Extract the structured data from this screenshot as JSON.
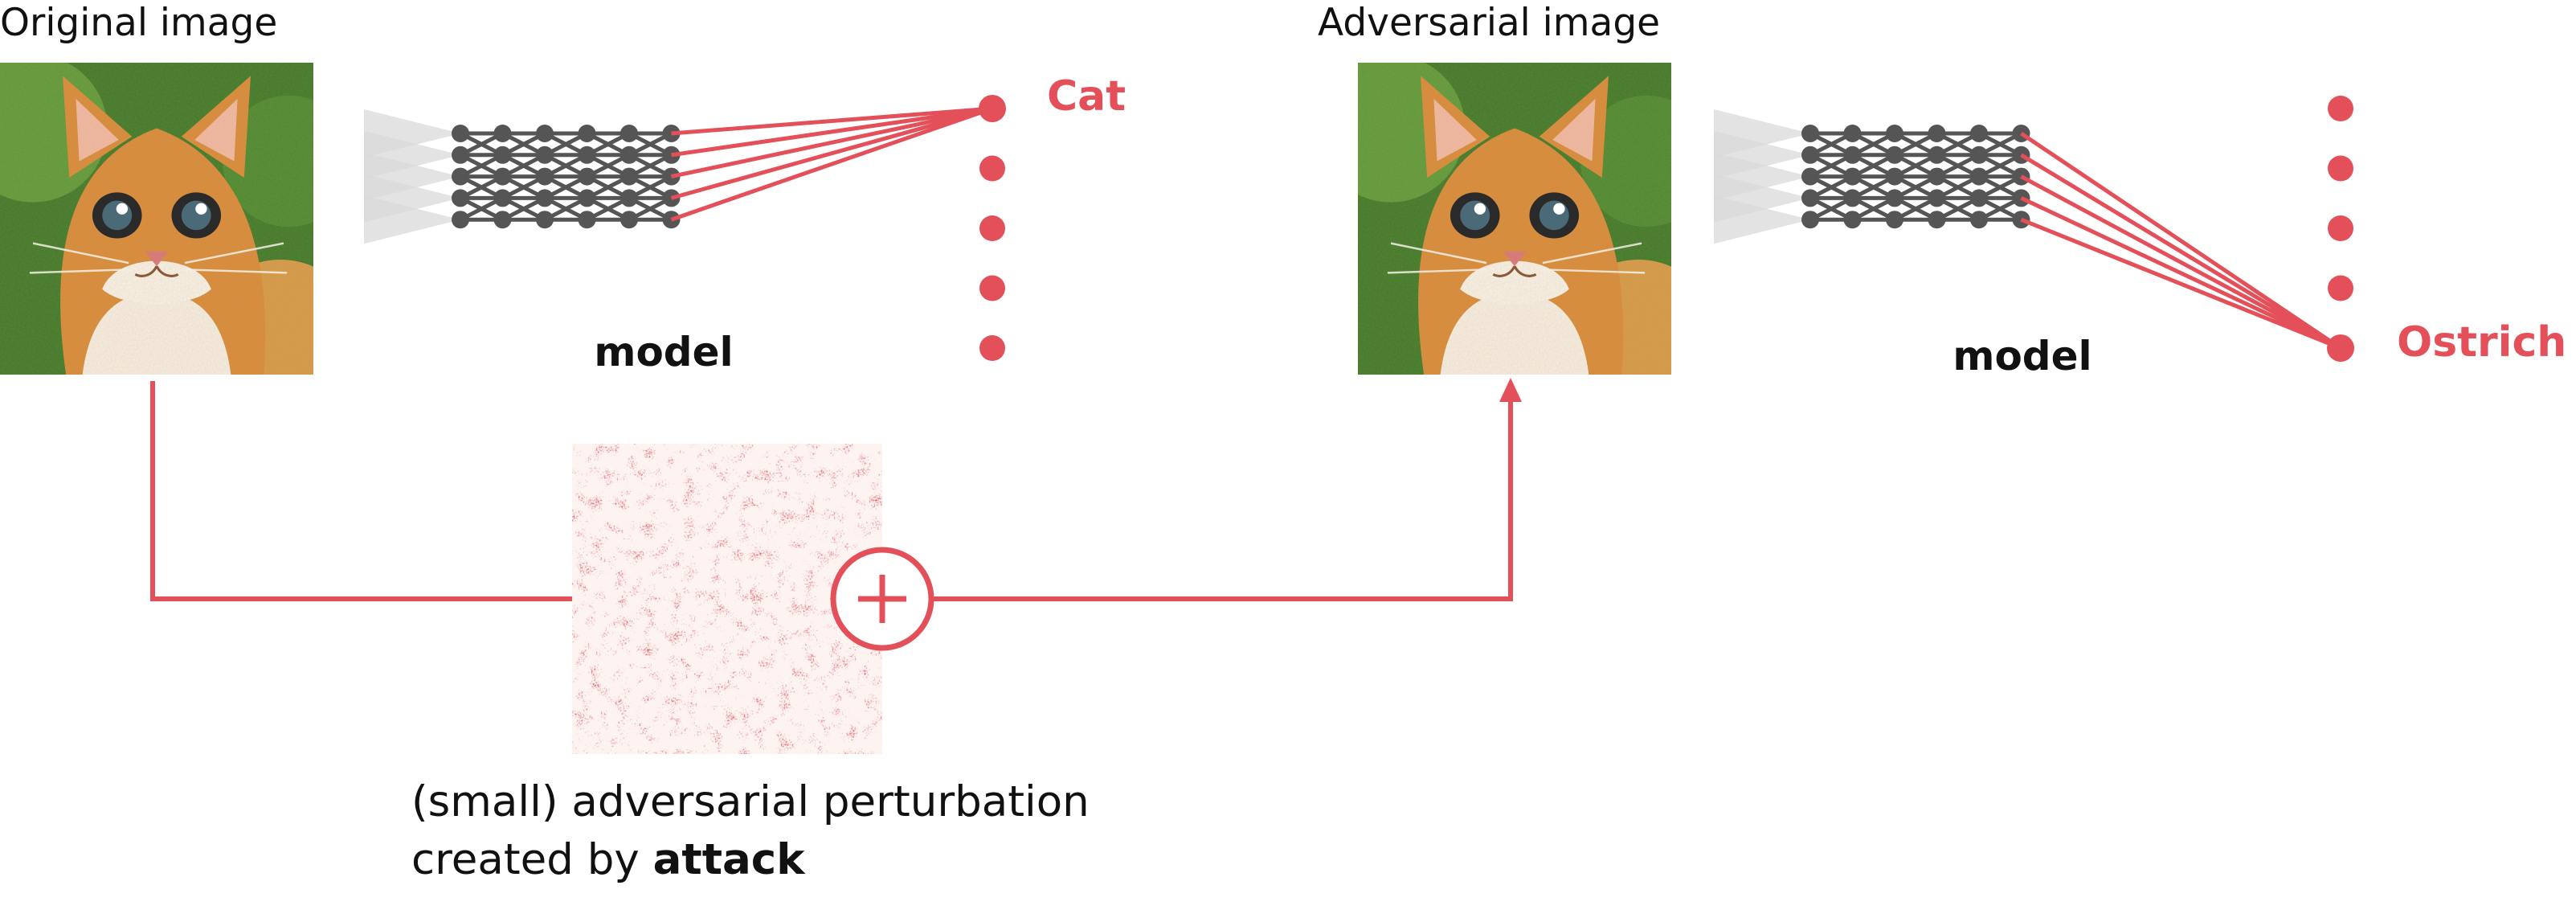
{
  "left": {
    "caption": "Original image",
    "model_label": "model",
    "prediction": "Cat"
  },
  "right": {
    "caption": "Adversarial image",
    "model_label": "model",
    "prediction": "Ostrich"
  },
  "perturbation": {
    "caption_line1": "(small) adversarial perturbation",
    "caption_line2_prefix": "created by ",
    "caption_line2_bold": "attack"
  },
  "colors": {
    "accent": "#e4505a",
    "network": "#555555",
    "input_wedge": "#d9d9d9",
    "text": "#111111"
  },
  "icons": {
    "combine": "plus-circle-icon",
    "arrow": "arrow-up-icon"
  }
}
